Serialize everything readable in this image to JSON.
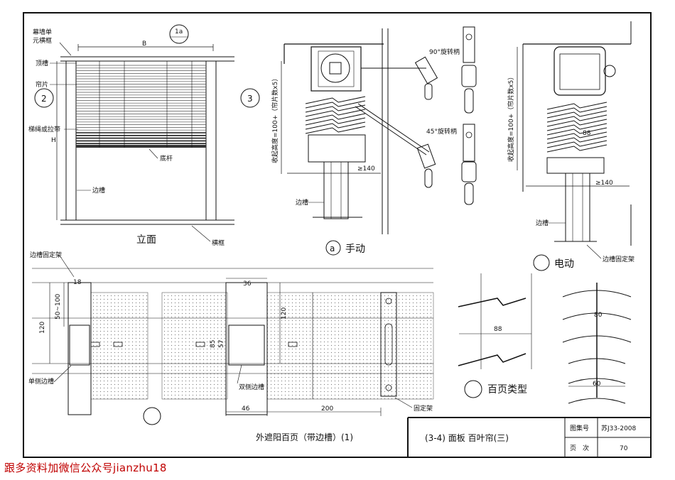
{
  "elevation": {
    "label_curtain_wall_frame": "幕墙单元横框",
    "label_curtain_wall_frame_l1": "幕墙单",
    "label_curtain_wall_frame_l2": "元横框",
    "label_top_slot": "顶槽",
    "label_slat": "帘片",
    "label_ladder": "梯绳或拉带",
    "label_bottom_rail": "底杆",
    "label_side_track": "边槽",
    "label_frame": "横框",
    "dim_b": "B",
    "dim_h": "H",
    "callout_1a": "1a",
    "callout_2": "2",
    "callout_3": "3",
    "title": "立面"
  },
  "manual": {
    "rot90": "90°旋转柄",
    "rot45": "45°旋转柄",
    "stack_height": "收起高度=100+（帘片数x5）",
    "dim_140": "≥140",
    "label_side_track": "边槽",
    "callout": "a",
    "title": "手动"
  },
  "electric": {
    "stack_height": "收起高度=100+（帘片数x5）",
    "dim_88": "88",
    "dim_140": "≥140",
    "label_side_track": "边槽",
    "label_side_bracket": "边槽固定架",
    "title": "电动"
  },
  "section": {
    "label_side_bracket": "边槽固定架",
    "dim_18": "18",
    "dim_50_100": "50~100",
    "dim_120a": "120",
    "label_single": "单侧边槽",
    "dim_36": "36",
    "dim_85": "85",
    "dim_57": "57",
    "label_double": "双侧边槽",
    "dim_120b": "120",
    "dim_46": "46",
    "dim_200": "200",
    "label_fixing": "固定架"
  },
  "types": {
    "dim_88": "88",
    "dim_80": "80",
    "dim_60": "60",
    "title": "百页类型"
  },
  "title_block": {
    "drawing_title": "外遮阳百页（带边槽）(1)",
    "section_title": "(3-4)  面板  百叶帘(三)",
    "atlas_label": "图集号",
    "atlas_value": "苏J33-2008",
    "page_label": "页　次",
    "page_value": "70"
  },
  "footer": "跟多资料加微信公众号jianzhu18"
}
